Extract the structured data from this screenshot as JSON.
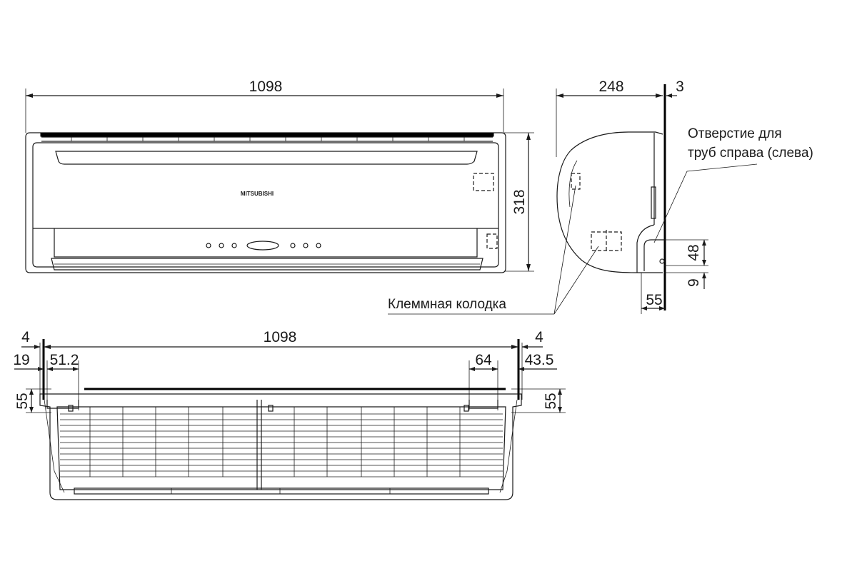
{
  "front_view": {
    "width_dim": "1098",
    "height_dim": "318",
    "logo_text": "MITSUBISHI"
  },
  "side_view": {
    "depth_dim": "248",
    "wall_gap_dim": "3",
    "pipe_height_dim": "48",
    "pipe_bottom_dim": "9",
    "pipe_offset_dim": "55",
    "pipe_hole_label_line1": "Отверстие для",
    "pipe_hole_label_line2": "труб справа (слева)",
    "terminal_block_label": "Клеммная колодка"
  },
  "bottom_view": {
    "width_dim": "1098",
    "left_edge_dim": "4",
    "right_edge_dim": "4",
    "left_hole_offset_dim": "19",
    "left_hole_width_dim": "51.2",
    "right_hole_width_dim": "64",
    "right_hole_offset_dim": "43.5",
    "left_depth_dim": "55",
    "right_depth_dim": "55"
  }
}
